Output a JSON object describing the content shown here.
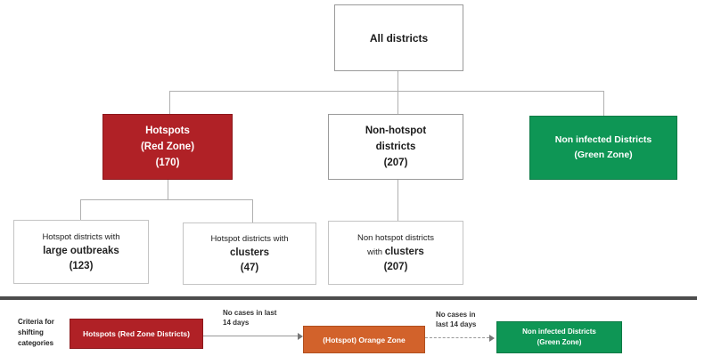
{
  "colors": {
    "red_zone": "#b02126",
    "green_zone": "#0e9655",
    "orange_zone": "#d2622b",
    "divider": "#4d4d4d",
    "connector": "#b0b0b0"
  },
  "tree": {
    "root": {
      "label": "All districts"
    },
    "level2": {
      "hotspots": {
        "line1": "Hotspots",
        "line2": "(Red Zone)",
        "line3": "(170)"
      },
      "non_hotspot": {
        "line1": "Non-hotspot",
        "line2": "districts",
        "line3": "(207)"
      },
      "non_infected": {
        "line1": "Non infected Districts",
        "line2": "(Green Zone)"
      }
    },
    "level3": {
      "large_outbreaks": {
        "line1": "Hotspot districts with",
        "line2": "large outbreaks",
        "line3": "(123)"
      },
      "clusters": {
        "line1": "Hotspot districts with",
        "line2": "clusters",
        "line3": "(47)"
      },
      "non_hotspot_clusters": {
        "line1": "Non hotspot districts",
        "line2_prefix": "with ",
        "line2": "clusters",
        "line3": "(207)"
      }
    }
  },
  "flow": {
    "caption": {
      "line1": "Criteria for",
      "line2": "shifting",
      "line3": "categories"
    },
    "red_box": {
      "label": "Hotspots (Red Zone Districts)"
    },
    "orange_box": {
      "label": "(Hotspot) Orange Zone"
    },
    "green_box": {
      "line1": "Non infected Districts",
      "line2": "(Green Zone)"
    },
    "arrow1": {
      "label_line1": "No cases in last",
      "label_line2": "14 days"
    },
    "arrow2": {
      "label_line1": "No cases in",
      "label_line2": "last 14 days"
    }
  }
}
